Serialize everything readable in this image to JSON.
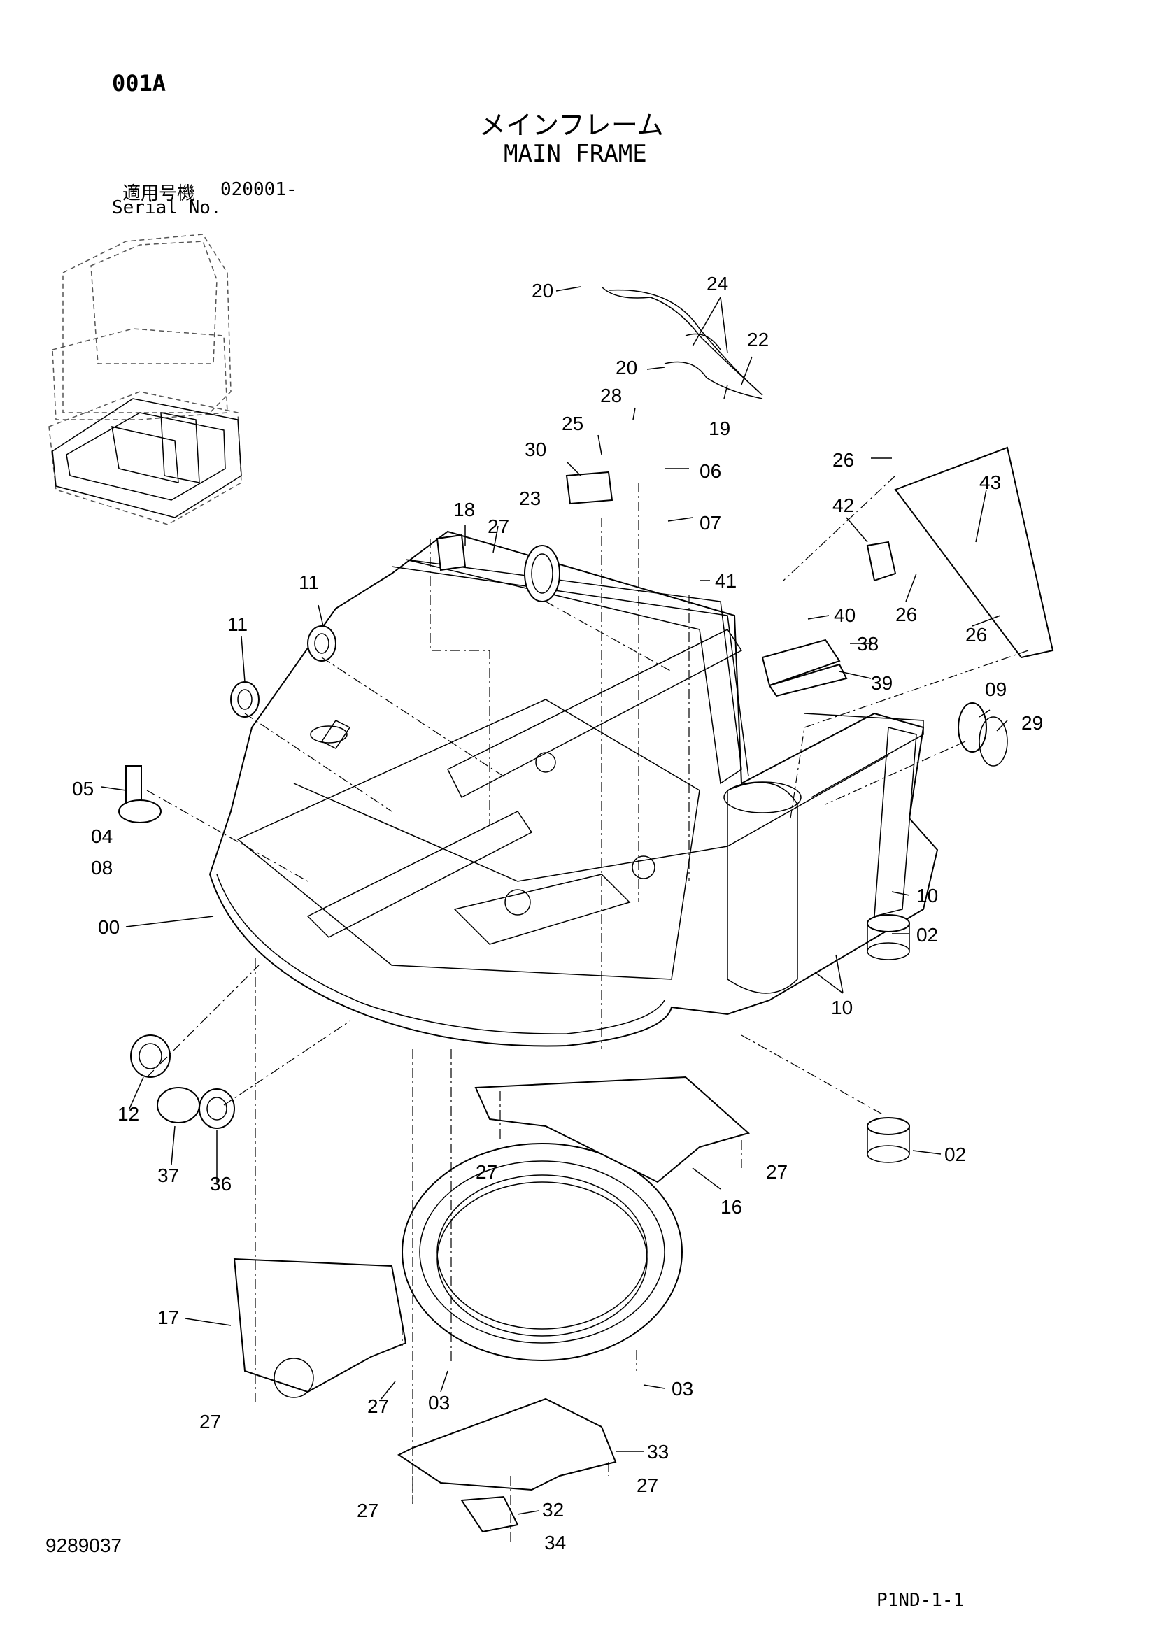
{
  "header": {
    "page_code": "001A",
    "title_jp": "メインフレーム",
    "title_en": "MAIN FRAME",
    "serial_label_jp": "適用号機",
    "serial_value": "020001-",
    "serial_label_en": "Serial No."
  },
  "footer": {
    "drawing_number": "9289037",
    "page_ref": "P1ND-1-1"
  },
  "callouts": [
    "20",
    "24",
    "22",
    "20",
    "19",
    "28",
    "25",
    "30",
    "06",
    "07",
    "23",
    "18",
    "27",
    "26",
    "43",
    "42",
    "41",
    "40",
    "26",
    "26",
    "38",
    "39",
    "11",
    "11",
    "09",
    "29",
    "05",
    "04",
    "08",
    "00",
    "10",
    "02",
    "10",
    "12",
    "37",
    "36",
    "27",
    "27",
    "16",
    "02",
    "17",
    "03",
    "03",
    "27",
    "27",
    "33",
    "27",
    "32",
    "34"
  ]
}
